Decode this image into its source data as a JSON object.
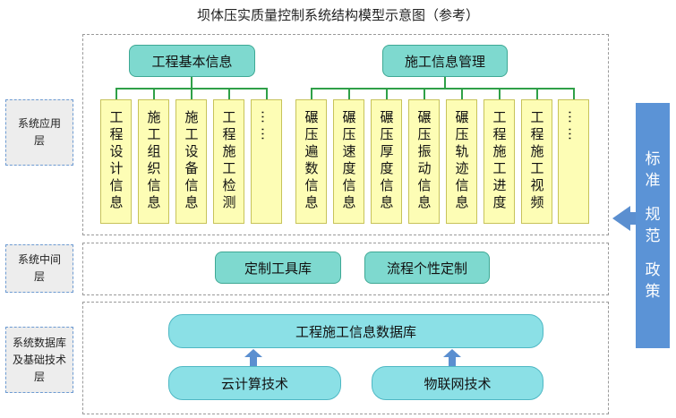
{
  "title": "坝体压实质量控制系统结构模型示意图（参考）",
  "layers": {
    "app": "系统应用层",
    "middle": "系统中间层",
    "data": "系统数据库及基础技术层"
  },
  "app_layer": {
    "group1": {
      "header": "工程基本信息",
      "items": [
        "工程设计信息",
        "施工组织信息",
        "施工设备信息",
        "工程施工检测",
        "……"
      ]
    },
    "group2": {
      "header": "施工信息管理",
      "items": [
        "碾压遍数信息",
        "碾压速度信息",
        "碾压厚度信息",
        "碾压振动信息",
        "碾压轨迹信息",
        "工程施工进度",
        "工程施工视频",
        "……"
      ]
    }
  },
  "middle_layer": {
    "tools": [
      "定制工具库",
      "流程个性定制"
    ]
  },
  "data_layer": {
    "database": "工程施工信息数据库",
    "tech": [
      "云计算技术",
      "物联网技术"
    ]
  },
  "standards": [
    "标",
    "准",
    "规",
    "范",
    "政",
    "策"
  ],
  "colors": {
    "teal": "#7ed9cf",
    "item_yellow": "#fdfdb5",
    "connector_green": "#2fa048",
    "pill_cyan": "#8be0e6",
    "accent_blue": "#5b93d6"
  }
}
